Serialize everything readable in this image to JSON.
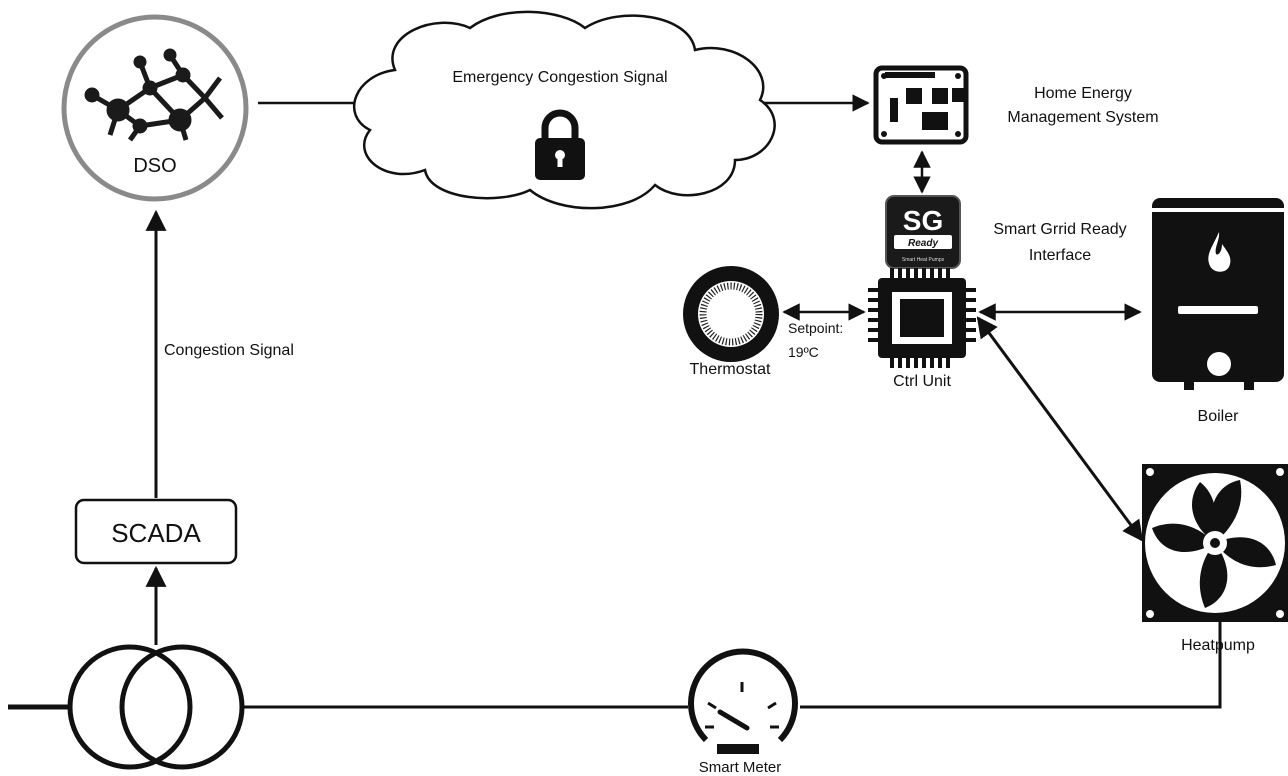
{
  "nodes": {
    "dso": {
      "label": "DSO"
    },
    "scada": {
      "label": "SCADA"
    },
    "hems": {
      "line1": "Home Energy",
      "line2": "Management System"
    },
    "sg_interface": {
      "line1": "Smart Grrid Ready",
      "line2": "Interface"
    },
    "sg_chip": {
      "big": "SG",
      "small": "Ready",
      "tiny": "Smart Heat Pumps"
    },
    "thermostat": {
      "label": "Thermostat"
    },
    "ctrl_unit": {
      "label": "Ctrl Unit"
    },
    "boiler": {
      "label": "Boiler"
    },
    "heatpump": {
      "label": "Heatpump"
    },
    "smart_meter": {
      "label": "Smart Meter"
    }
  },
  "signals": {
    "emergency": "Emergency Congestion Signal",
    "congestion": "Congestion Signal",
    "setpoint_label": "Setpoint:",
    "setpoint_value": "19ºC"
  },
  "colors": {
    "stroke": "#111111",
    "device": "#1a1a1a",
    "dso_ring": "#888888"
  }
}
